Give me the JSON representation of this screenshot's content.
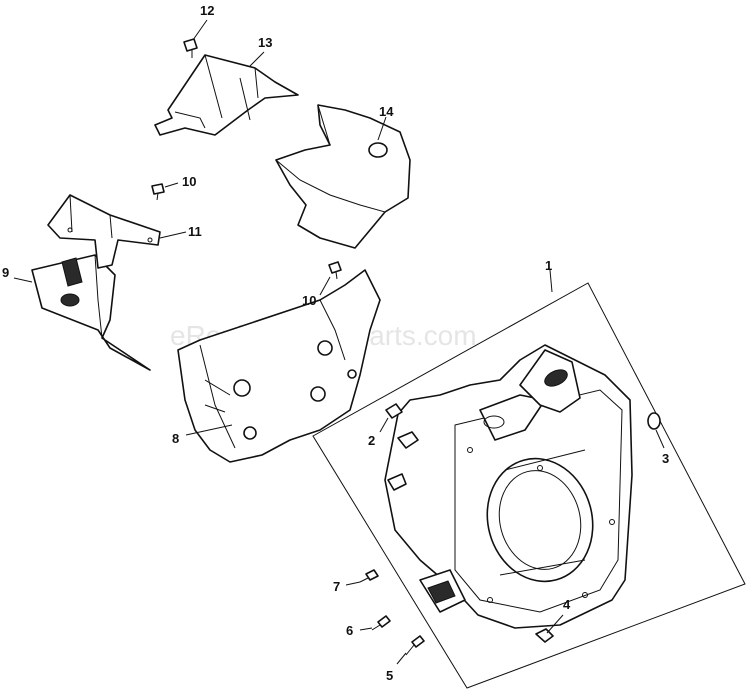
{
  "watermark": "eReplacementParts.com",
  "callouts": {
    "c1": "1",
    "c2": "2",
    "c3": "3",
    "c4": "4",
    "c5": "5",
    "c6": "6",
    "c7": "7",
    "c8": "8",
    "c9": "9",
    "c10a": "10",
    "c10b": "10",
    "c11": "11",
    "c12": "12",
    "c13": "13",
    "c14": "14"
  }
}
